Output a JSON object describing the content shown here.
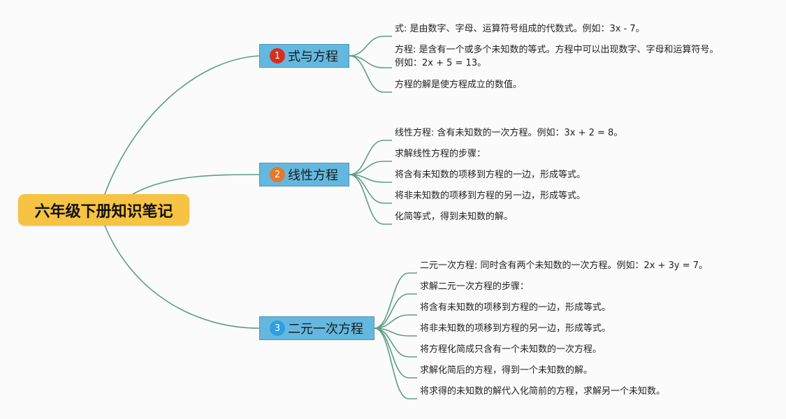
{
  "root": {
    "title": "六年级下册知识笔记"
  },
  "colors": {
    "line": "#5e9c87",
    "root_bg": "#f6c342",
    "branch_bg": "#64b8df",
    "badge_1": "#d72f1f",
    "badge_2": "#e6782a",
    "badge_3": "#2e9fe0"
  },
  "branches": [
    {
      "number": "1",
      "title": "式与方程",
      "items": [
        {
          "text": "式: 是由数字、字母、运算符号组成的代数式。例如：3x - 7。"
        },
        {
          "text": "方程: 是含有一个或多个未知数的等式。方程中可以出现数字、字母和运算符号。",
          "line2": "例如：2x + 5 = 13。"
        },
        {
          "text": "方程的解是使方程成立的数值。"
        }
      ]
    },
    {
      "number": "2",
      "title": "线性方程",
      "items": [
        {
          "text": "线性方程: 含有未知数的一次方程。例如：3x + 2 = 8。"
        },
        {
          "text": "求解线性方程的步骤："
        },
        {
          "text": "将含有未知数的项移到方程的一边，形成等式。"
        },
        {
          "text": "将非未知数的项移到方程的另一边，形成等式。"
        },
        {
          "text": "化简等式，得到未知数的解。"
        }
      ]
    },
    {
      "number": "3",
      "title": "二元一次方程",
      "items": [
        {
          "text": "二元一次方程: 同时含有两个未知数的一次方程。例如：2x + 3y = 7。"
        },
        {
          "text": "求解二元一次方程的步骤："
        },
        {
          "text": "将含有未知数的项移到方程的一边，形成等式。"
        },
        {
          "text": "将非未知数的项移到方程的另一边，形成等式。"
        },
        {
          "text": "将方程化简成只含有一个未知数的一次方程。"
        },
        {
          "text": "求解化简后的方程，得到一个未知数的解。"
        },
        {
          "text": "将求得的未知数的解代入化简前的方程，求解另一个未知数。"
        }
      ]
    }
  ]
}
